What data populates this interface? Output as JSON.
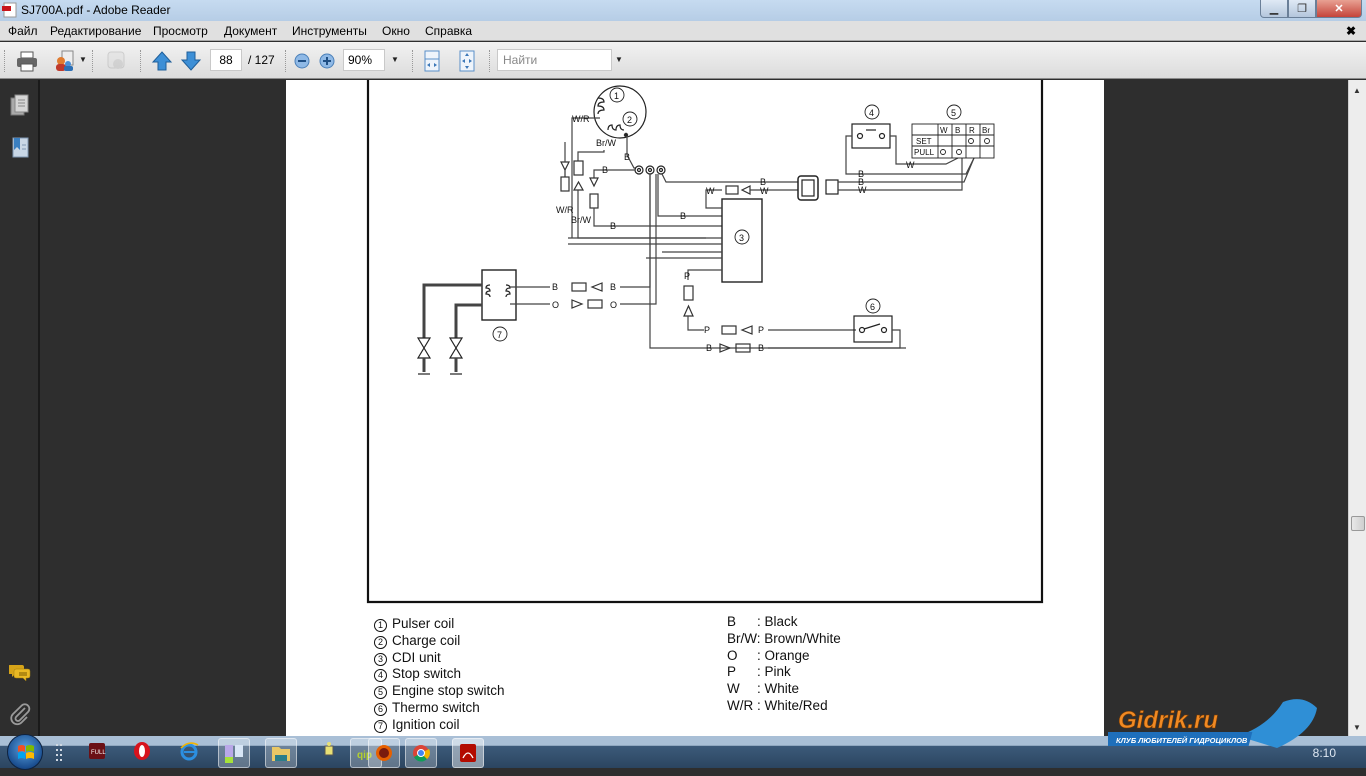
{
  "window": {
    "title": "SJ700A.pdf - Adobe Reader",
    "controls": {
      "minimize": "minimize",
      "restore": "restore",
      "close": "close"
    }
  },
  "menu": {
    "items": [
      "Файл",
      "Редактирование",
      "Просмотр",
      "Документ",
      "Инструменты",
      "Окно",
      "Справка"
    ],
    "close_doc": "✖"
  },
  "toolbar": {
    "icons": [
      "print-icon",
      "share-icon",
      "collaborate-icon",
      "previous-page-icon",
      "next-page-icon",
      "zoom-out-icon",
      "zoom-in-icon",
      "fit-width-icon",
      "fit-page-icon"
    ],
    "current_page": "88",
    "total_pages": "/ 127",
    "zoom": "90%",
    "find_placeholder": "Найти"
  },
  "sidepanel": {
    "icons": [
      "pages-icon",
      "bookmarks-icon",
      "comments-icon",
      "attachments-icon"
    ]
  },
  "diagram": {
    "component_numbers": [
      "1",
      "2",
      "3",
      "4",
      "5",
      "6",
      "7"
    ],
    "wire_labels": {
      "w_r": "W/R",
      "br_w": "Br/W",
      "b": "B",
      "w": "W",
      "o": "O",
      "p": "P"
    },
    "switch_table": {
      "columns": [
        "W",
        "B",
        "R",
        "Br"
      ],
      "rows": [
        "SET",
        "PULL"
      ]
    }
  },
  "legend": {
    "components": [
      {
        "num": "1",
        "label": "Pulser coil"
      },
      {
        "num": "2",
        "label": "Charge coil"
      },
      {
        "num": "3",
        "label": "CDI unit"
      },
      {
        "num": "4",
        "label": "Stop switch"
      },
      {
        "num": "5",
        "label": "Engine stop switch"
      },
      {
        "num": "6",
        "label": "Thermo switch"
      },
      {
        "num": "7",
        "label": "Ignition coil"
      }
    ],
    "colors": [
      {
        "code": "B",
        "sep": ":",
        "label": "Black"
      },
      {
        "code": "Br/W",
        "sep": ":",
        "label": "Brown/White"
      },
      {
        "code": "O",
        "sep": ":",
        "label": "Orange"
      },
      {
        "code": "P",
        "sep": ":",
        "label": "Pink"
      },
      {
        "code": "W",
        "sep": ":",
        "label": "White"
      },
      {
        "code": "W/R",
        "sep": ":",
        "label": "White/Red"
      }
    ]
  },
  "taskbar": {
    "apps": [
      "start-button",
      "full-tilt-poker",
      "opera",
      "internet-explorer",
      "media-app",
      "explorer",
      "network",
      "qip",
      "firefox",
      "chrome",
      "adobe-reader"
    ],
    "clock": "8:10"
  },
  "watermark": {
    "brand": "Gidrik.ru",
    "tagline": "КЛУБ ЛЮБИТЕЛЕЙ ГИДРОЦИКЛОВ"
  }
}
